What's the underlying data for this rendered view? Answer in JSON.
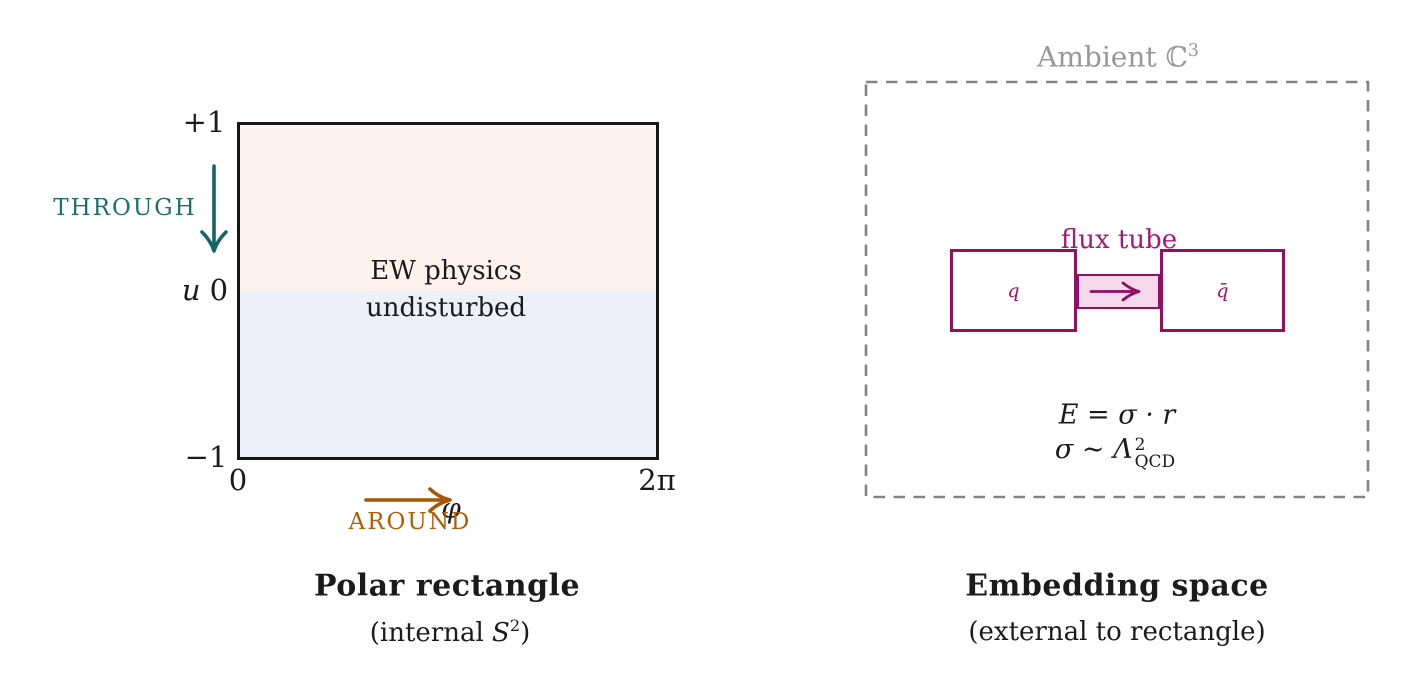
{
  "figure": {
    "left": {
      "y_axis": {
        "var": "u",
        "top": "+1",
        "mid": "0",
        "bottom": "−1"
      },
      "x_axis": {
        "left": "0",
        "right": "2π",
        "var": "φ"
      },
      "through_label": "THROUGH",
      "around_label": "AROUND",
      "region_line1": "EW physics",
      "region_line2": "undisturbed",
      "caption_title": "Polar rectangle",
      "caption_sub_prefix": "(internal ",
      "caption_sub_var": "S",
      "caption_sub_sup": "2",
      "caption_sub_suffix": ")",
      "colors": {
        "top_fill": "#fdf2ee",
        "bottom_fill": "#edeff9",
        "through_teal": "#1d6e70",
        "around_orange": "#b05c08",
        "border_black": "#161616"
      }
    },
    "right": {
      "ambient_prefix": "Ambient ℂ",
      "ambient_sup": "3",
      "flux_tube_label": "flux tube",
      "quark": "q",
      "antiquark": "q̄",
      "eq1": "E = σ · r",
      "eq2_base": "σ ∼ Λ",
      "eq2_sup": "2",
      "eq2_sub": "QCD",
      "caption_title": "Embedding space",
      "caption_sub": "(external to rectangle)",
      "colors": {
        "box_magenta": "#92105f",
        "tube_fill": "#f6d8ed",
        "flux_label": "#a51a78",
        "ambient_gray": "#989898",
        "dashed_gray": "#838383"
      }
    }
  }
}
